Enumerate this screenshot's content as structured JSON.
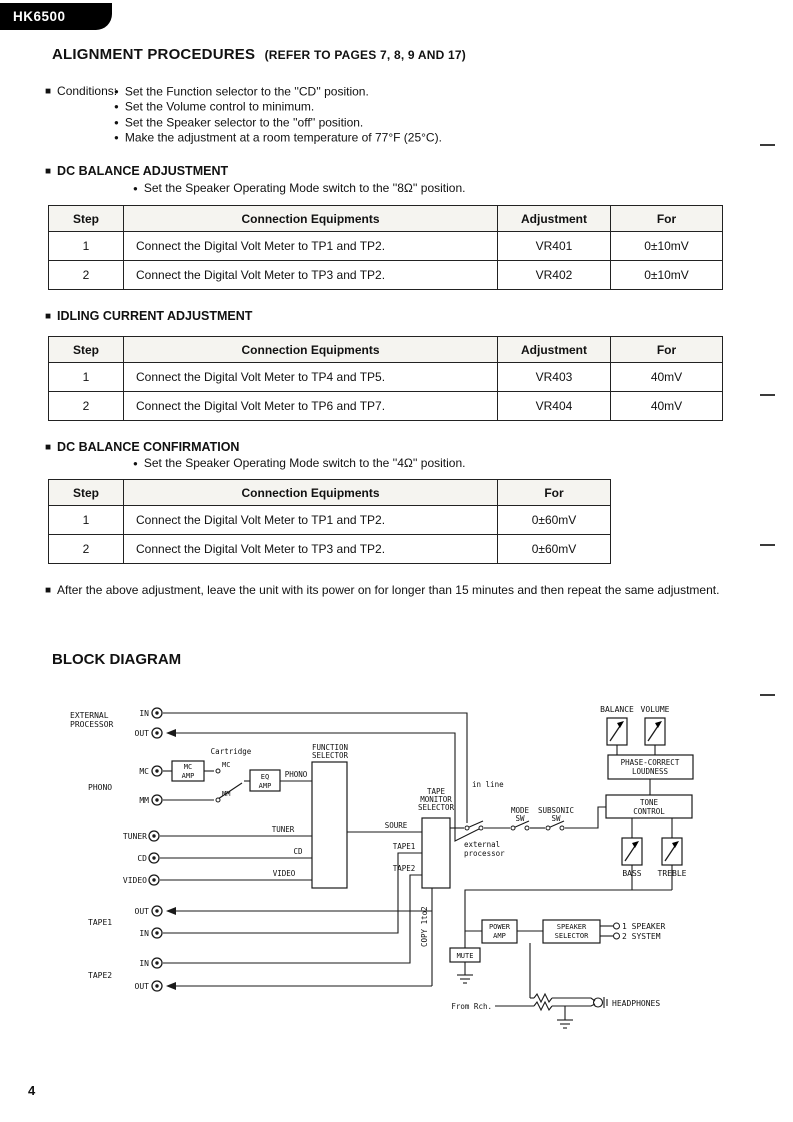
{
  "glyphs": {
    "square": "■",
    "bullet": "●"
  },
  "header": {
    "model": "HK6500"
  },
  "title": {
    "main": "ALIGNMENT PROCEDURES",
    "ref": "(REFER TO PAGES 7, 8, 9 AND 17)"
  },
  "conditions": {
    "label": "Conditions:",
    "items": [
      "Set the Function selector to the ''CD'' position.",
      "Set the Volume control to minimum.",
      "Set the Speaker selector to the ''off'' position.",
      "Make the adjustment at a room temperature of 77°F (25°C)."
    ]
  },
  "dc_balance_adjustment": {
    "heading": "DC BALANCE ADJUSTMENT",
    "note": "Set the Speaker Operating Mode switch to the ''8Ω'' position.",
    "table": {
      "head": [
        "Step",
        "Connection Equipments",
        "Adjustment",
        "For"
      ],
      "rows": [
        [
          "1",
          "Connect the Digital Volt Meter to TP1 and TP2.",
          "VR401",
          "0±10mV"
        ],
        [
          "2",
          "Connect the Digital Volt Meter to TP3 and TP2.",
          "VR402",
          "0±10mV"
        ]
      ]
    }
  },
  "idling_current_adjustment": {
    "heading": "IDLING CURRENT ADJUSTMENT",
    "table": {
      "head": [
        "Step",
        "Connection Equipments",
        "Adjustment",
        "For"
      ],
      "rows": [
        [
          "1",
          "Connect the Digital Volt Meter to TP4 and TP5.",
          "VR403",
          "40mV"
        ],
        [
          "2",
          "Connect the Digital Volt Meter to TP6 and TP7.",
          "VR404",
          "40mV"
        ]
      ]
    }
  },
  "dc_balance_confirmation": {
    "heading": "DC BALANCE CONFIRMATION",
    "note": "Set the Speaker Operating Mode switch to the ''4Ω'' position.",
    "table": {
      "head": [
        "Step",
        "Connection Equipments",
        "For"
      ],
      "rows": [
        [
          "1",
          "Connect the Digital Volt Meter to TP1 and TP2.",
          "0±60mV"
        ],
        [
          "2",
          "Connect the Digital Volt Meter to TP3 and TP2.",
          "0±60mV"
        ]
      ]
    }
  },
  "after_note": "After the above adjustment, leave the unit with its power on for longer than 15 minutes and then repeat the same adjustment.",
  "block_diagram": {
    "heading": "BLOCK DIAGRAM",
    "labels": {
      "external_processor": [
        "EXTERNAL",
        "PROCESSOR"
      ],
      "jack_in": "IN",
      "jack_out": "OUT",
      "phono": "PHONO",
      "mc": "MC",
      "mm": "MM",
      "mc_amp": [
        "MC",
        "AMP"
      ],
      "cartridge": "Cartridge",
      "eq_amp": [
        "EQ",
        "AMP"
      ],
      "tuner": "TUNER",
      "cd": "CD",
      "video": "VIDEO",
      "function_selector": [
        "FUNCTION",
        "SELECTOR"
      ],
      "tape_monitor_selector": [
        "TAPE",
        "MONITOR",
        "SELECTOR"
      ],
      "soure": "SOURE",
      "tape1": "TAPE1",
      "tape2": "TAPE2",
      "copy_1to2": "COPY 1to2",
      "in_line": "in line",
      "mode": "MODE",
      "subsonic": "SUBSONIC",
      "sw": "SW",
      "external_loop": [
        "external",
        "processor"
      ],
      "balance": "BALANCE",
      "volume": "VOLUME",
      "phase_correct_loudness": [
        "PHASE-CORRECT",
        "LOUDNESS"
      ],
      "tone_control": [
        "TONE",
        "CONTROL"
      ],
      "bass": "BASS",
      "treble": "TREBLE",
      "power_amp": [
        "POWER",
        "AMP"
      ],
      "speaker_selector": [
        "SPEAKER",
        "SELECTOR"
      ],
      "out1": "1 SPEAKER",
      "out2": "2 SYSTEM",
      "mute": "MUTE",
      "from_rch": "From Rch.",
      "headphones": "HEADPHONES"
    }
  },
  "footer": {
    "page_number": "4"
  }
}
